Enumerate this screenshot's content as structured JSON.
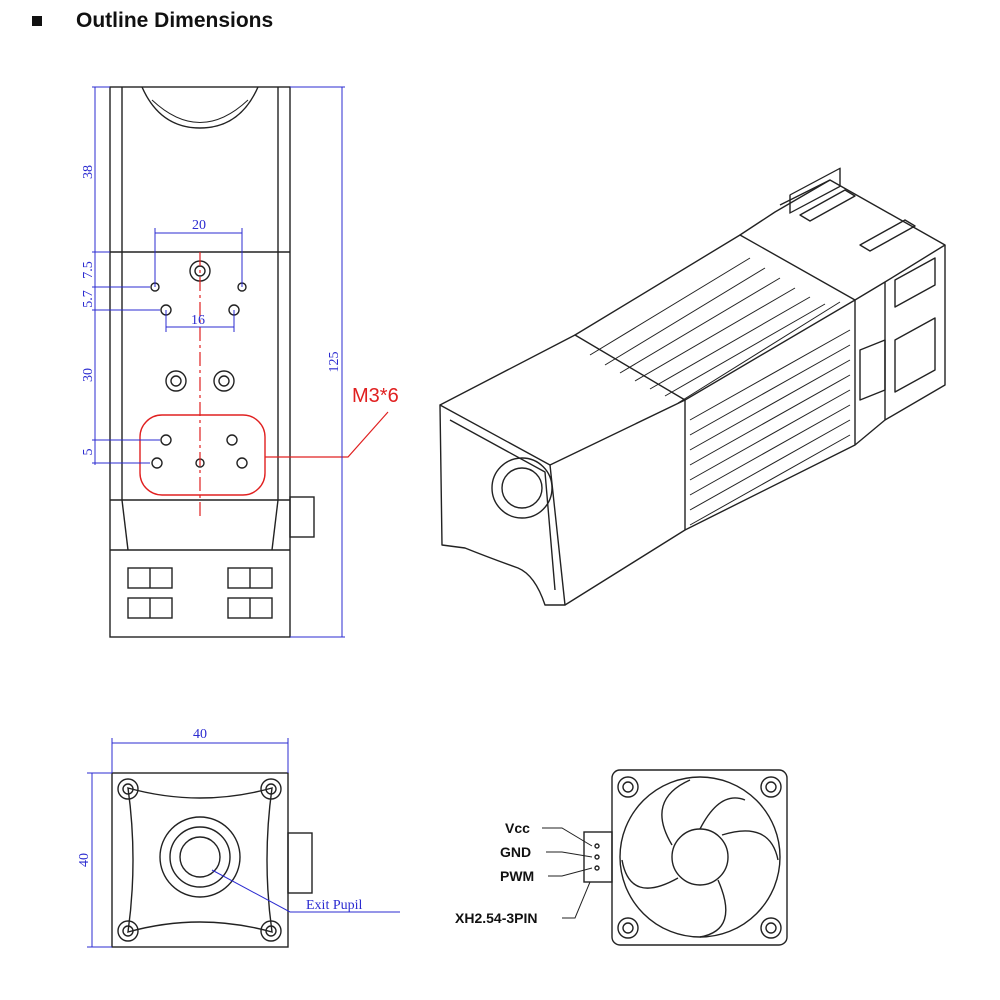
{
  "header": {
    "title": "Outline Dimensions"
  },
  "front_view": {
    "dims": {
      "d38": "38",
      "d20": "20",
      "d7_5": "7.5",
      "d5_7": "5.7",
      "d16": "16",
      "d30": "30",
      "d5": "5",
      "d125": "125"
    },
    "callout": "M3*6"
  },
  "bottom_view": {
    "dims": {
      "width": "40",
      "height": "40"
    },
    "callout": "Exit Pupil"
  },
  "fan_view": {
    "pins": [
      "Vcc",
      "GND",
      "PWM"
    ],
    "connector": "XH2.54-3PIN"
  },
  "colors": {
    "dimension": "#2b2bd0",
    "callout": "#e02020",
    "outline": "#222222"
  }
}
